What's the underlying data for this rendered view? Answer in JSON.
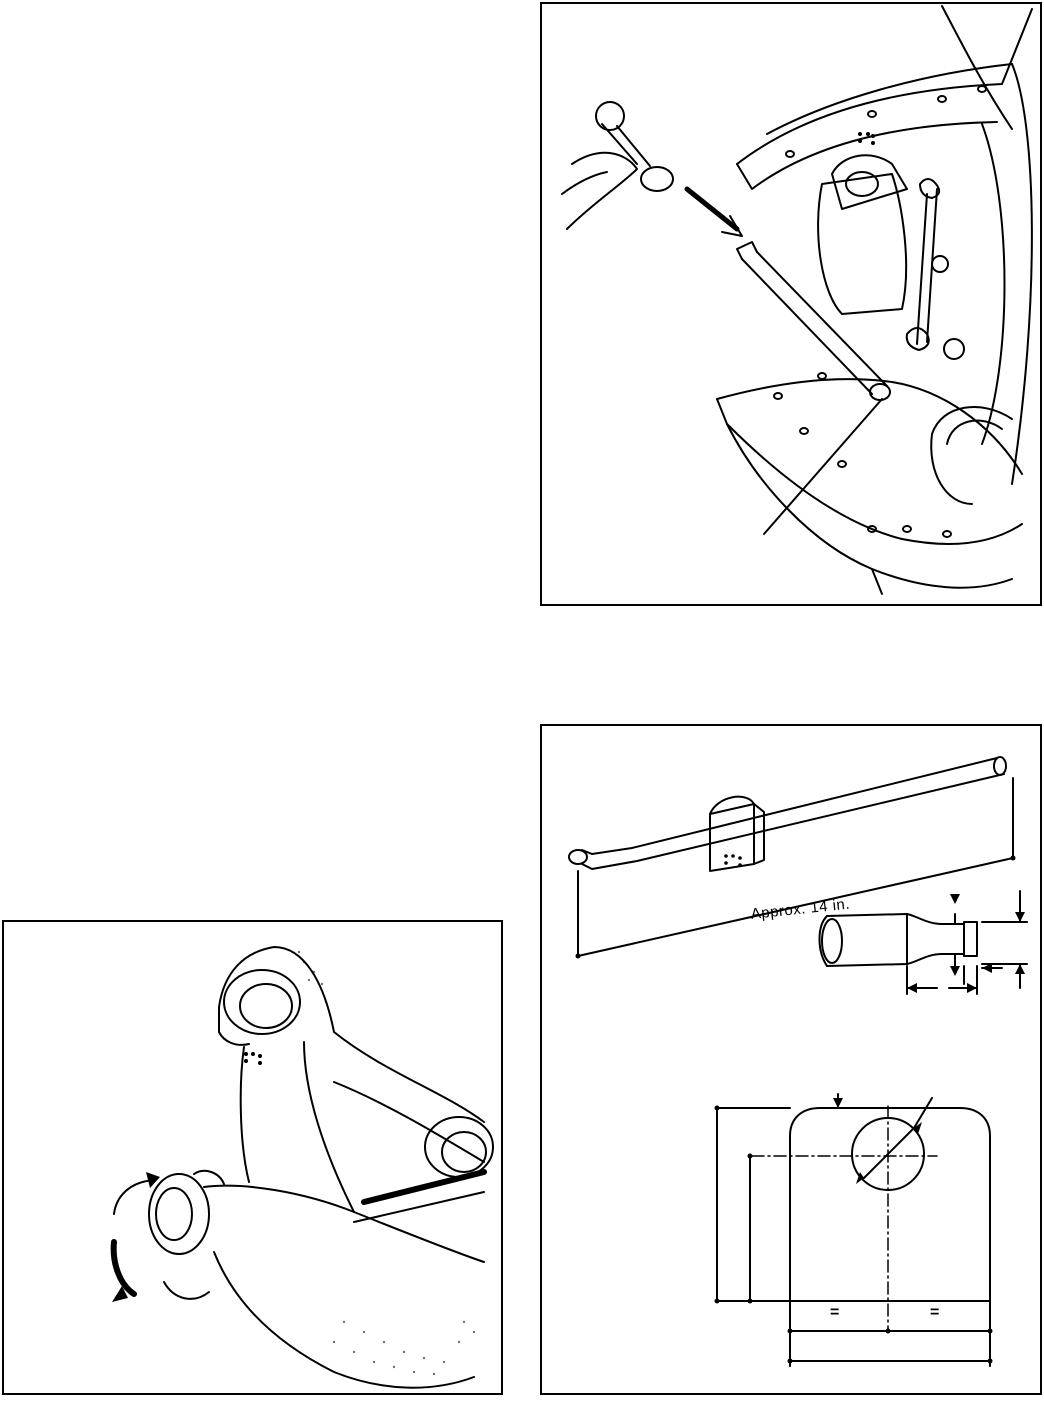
{
  "figures": {
    "brake_assembly": {
      "illustration": "brake shoe anchor pin removal with hammer and drift"
    },
    "anchor_pin_tool": {
      "length_label": "Approx. 14 in.",
      "equal_marks": [
        "=",
        "="
      ]
    },
    "cam_bracket": {
      "illustration": "brake shoe with rotation arrows"
    }
  }
}
